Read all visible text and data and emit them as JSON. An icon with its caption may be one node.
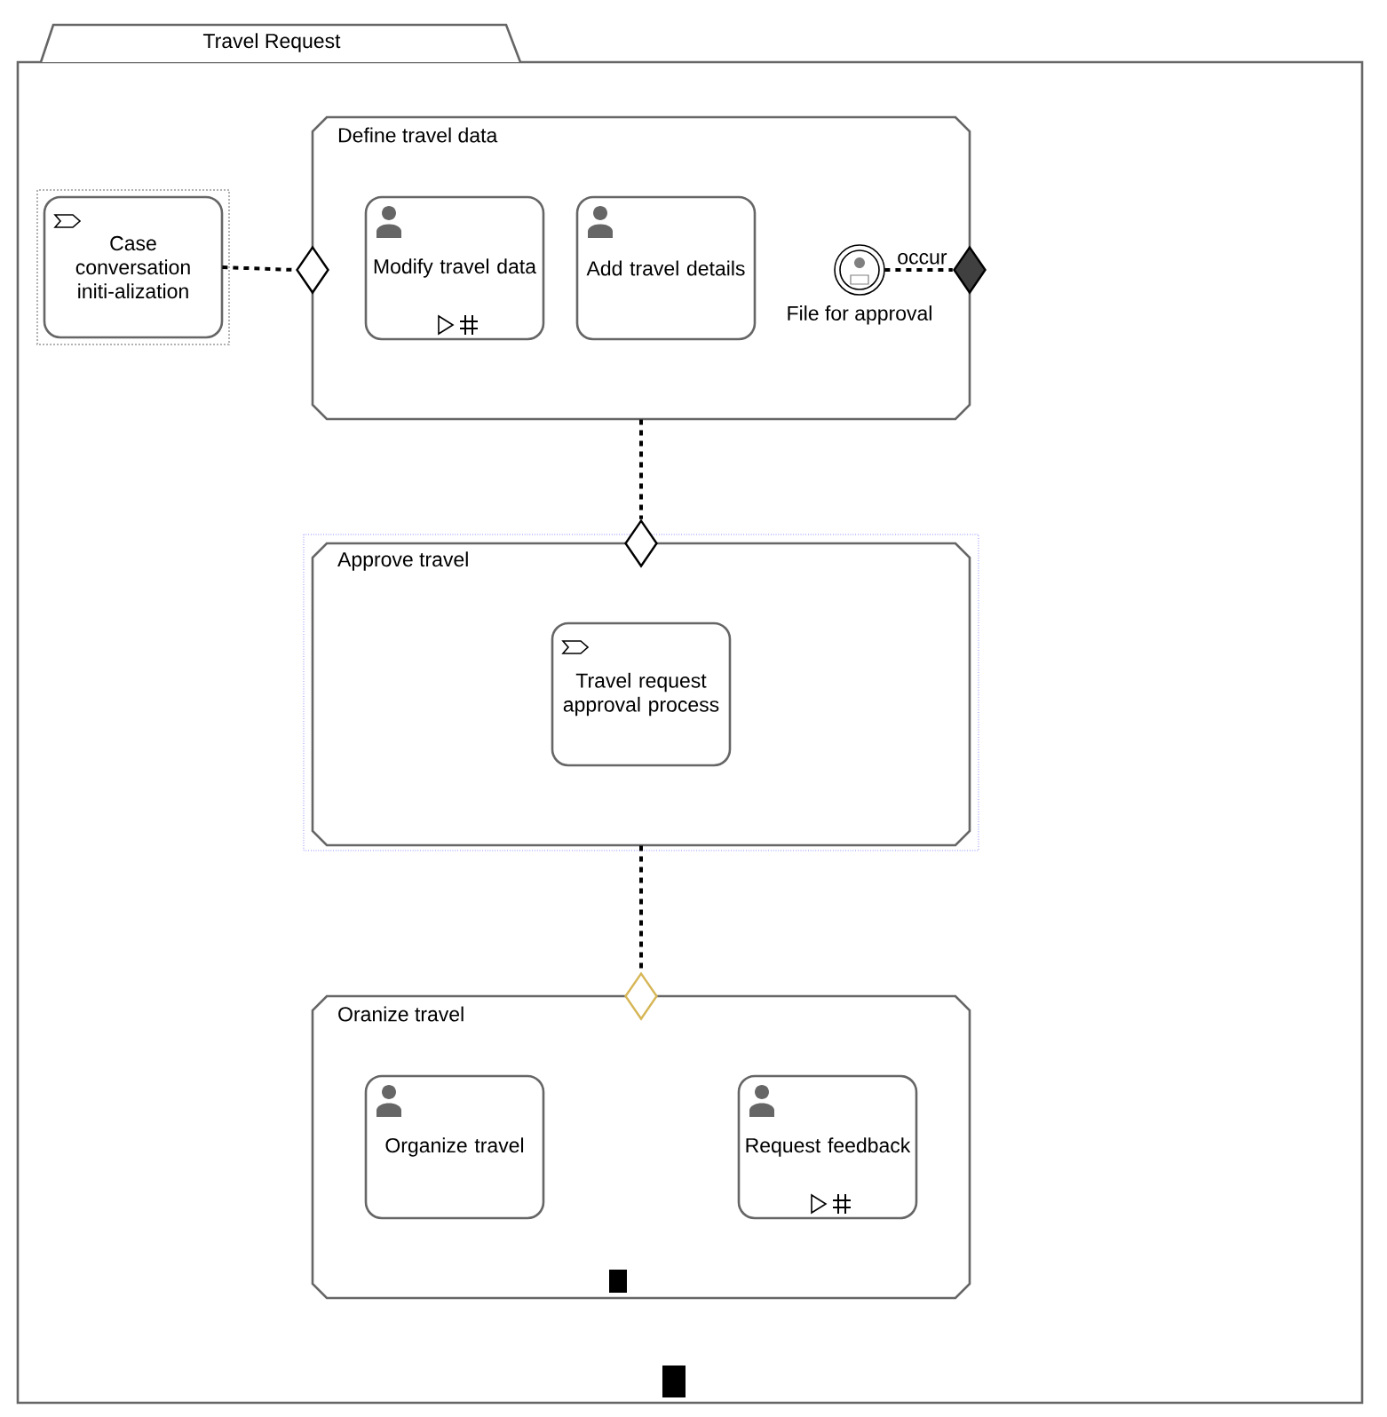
{
  "diagram": {
    "nodes": [
      {
        "text": [
          "Travel Request"
        ]
      },
      {
        "text": [
          "Case conversation initi-alization"
        ],
        "in": 0
      },
      {
        "text": [
          "Define travel data"
        ],
        "in": 0
      },
      {
        "text": [
          "Modify travel data"
        ],
        "in": 2
      },
      {
        "text": [
          "Add travel details"
        ],
        "in": 2
      },
      {
        "text": [
          "File for approval"
        ],
        "in": 2
      },
      {
        "text": [],
        "shape": "diamond",
        "in": 0
      },
      {
        "text": [],
        "shape": "diamond",
        "in": 0
      },
      {
        "text": [
          "Approve travel"
        ],
        "in": 0
      },
      {
        "text": [
          "Travel request approval process"
        ],
        "in": 8
      },
      {
        "text": [],
        "shape": "diamond",
        "in": 0
      },
      {
        "text": [
          "Oranize travel"
        ],
        "in": 0
      },
      {
        "text": [
          "Organize travel"
        ],
        "in": 11
      },
      {
        "text": [
          "Request feedback"
        ],
        "in": 11
      },
      {
        "text": [],
        "shape": "diamond",
        "in": 0
      }
    ],
    "edges": [
      {
        "from": 1,
        "to": 6,
        "arrow": "none"
      },
      {
        "from": 5,
        "to": 7,
        "arrow": "none",
        "label": "occur"
      },
      {
        "from": 2,
        "to": 10,
        "arrow": "none"
      },
      {
        "from": 8,
        "to": 14,
        "arrow": "none"
      }
    ]
  }
}
